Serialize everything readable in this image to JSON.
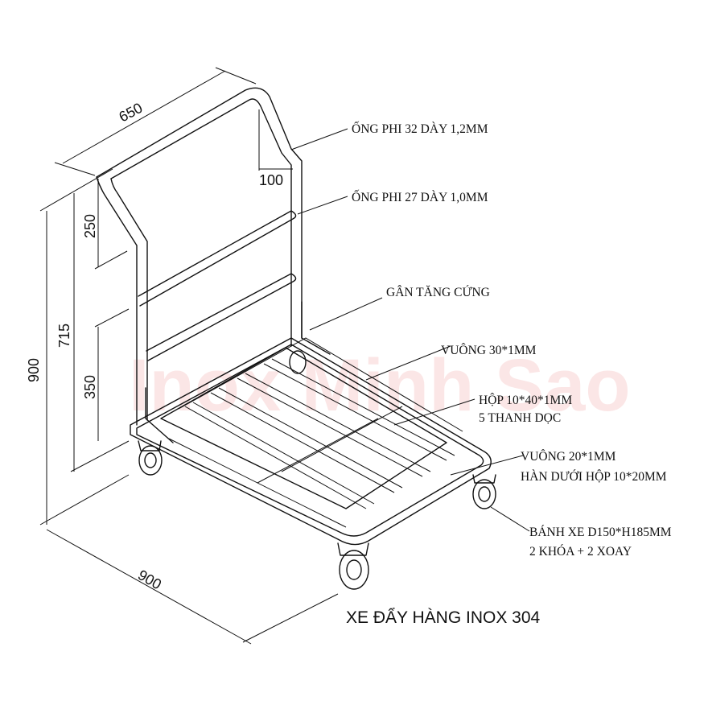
{
  "title": "XE ĐẨY HÀNG INOX 304",
  "watermark": "Inox Minh Sao",
  "dimensions": {
    "top_width": "650",
    "handle_offset": "100",
    "total_height": "900",
    "platform_height": "715",
    "upper_gap": "250",
    "lower_gap": "350",
    "length": "900"
  },
  "notes": [
    {
      "line1": "ỐNG PHI 32 DÀY 1,2MM",
      "line2": ""
    },
    {
      "line1": "ỐNG PHI 27 DÀY 1,0MM",
      "line2": ""
    },
    {
      "line1": "GÂN TĂNG CỨNG",
      "line2": ""
    },
    {
      "line1": "VUÔNG 30*1MM",
      "line2": ""
    },
    {
      "line1": "HỘP 10*40*1MM",
      "line2": "5 THANH DỌC"
    },
    {
      "line1": "VUÔNG 20*1MM",
      "line2": "HÀN DƯỚI HỘP 10*20MM"
    },
    {
      "line1": "BÁNH XE D150*H185MM",
      "line2": "2 KHÓA + 2 XOAY"
    }
  ],
  "colors": {
    "line": "#111111",
    "watermark": "#f4b8b8",
    "background": "#ffffff"
  }
}
